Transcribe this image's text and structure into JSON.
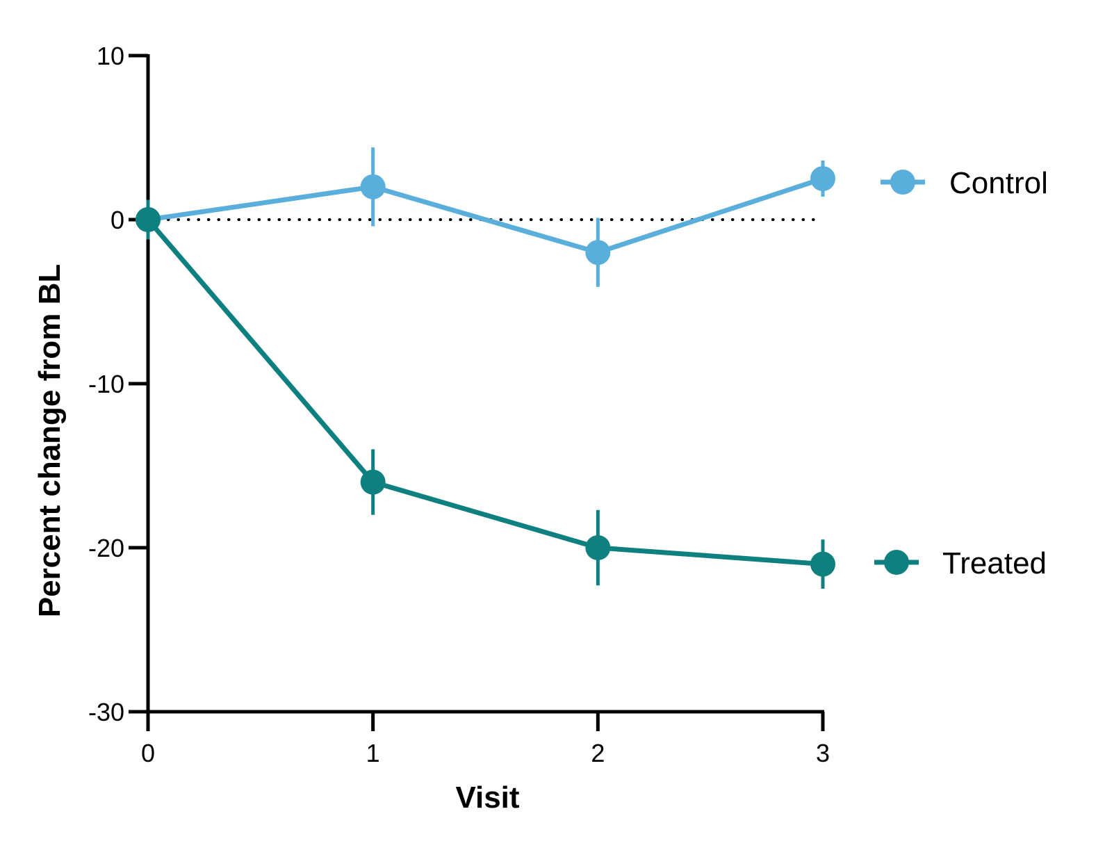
{
  "chart_data": {
    "type": "line",
    "x": [
      0,
      1,
      2,
      3
    ],
    "xlabel": "Visit",
    "ylabel": "Percent change from BL",
    "xlim": [
      0,
      3
    ],
    "ylim": [
      -30,
      10
    ],
    "xticks": [
      "0",
      "1",
      "2",
      "3"
    ],
    "yticks": [
      {
        "value": 10,
        "label": "10"
      },
      {
        "value": 0,
        "label": "0"
      },
      {
        "value": -10,
        "label": "-10"
      },
      {
        "value": -20,
        "label": "-20"
      },
      {
        "value": -30,
        "label": "-30"
      }
    ],
    "reference_line": {
      "y": 0,
      "style": "dotted"
    },
    "grid": false,
    "legend_position": "right",
    "series": [
      {
        "name": "Control",
        "color": "#5aaedb",
        "values": [
          0,
          2.0,
          -2.0,
          2.5
        ],
        "error": [
          1.2,
          2.4,
          2.1,
          1.1
        ]
      },
      {
        "name": "Treated",
        "color": "#0e8080",
        "values": [
          0,
          -16.0,
          -20.0,
          -21.0
        ],
        "error": [
          1.2,
          2.0,
          2.3,
          1.5
        ]
      }
    ]
  }
}
